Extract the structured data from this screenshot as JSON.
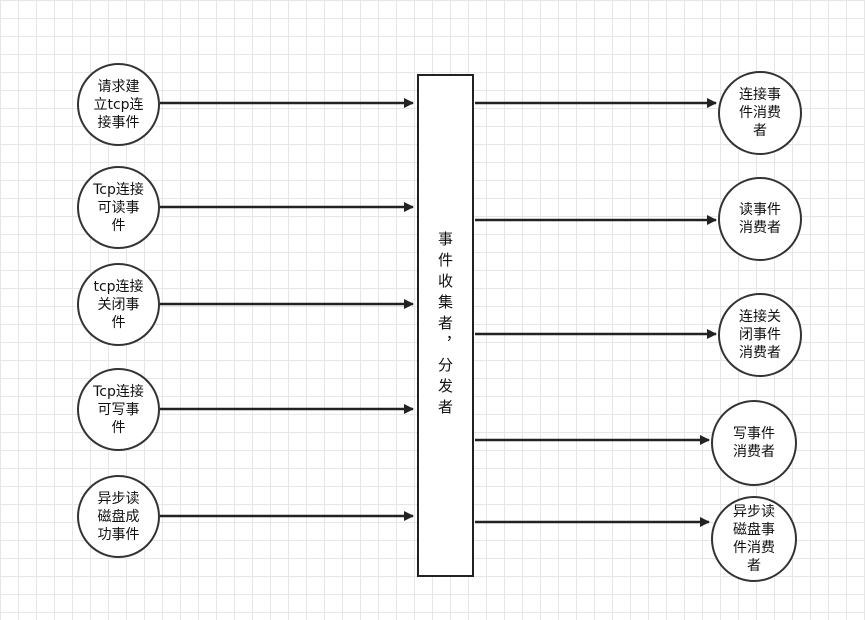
{
  "diagram": {
    "hub": {
      "label": "事件收集者，分发者"
    },
    "sources": [
      {
        "label": "请求建\n立tcp连\n接事件"
      },
      {
        "label": "Tcp连接\n可读事\n件"
      },
      {
        "label": "tcp连接\n关闭事\n件"
      },
      {
        "label": "Tcp连接\n可写事\n件"
      },
      {
        "label": "异步读\n磁盘成\n功事件"
      }
    ],
    "consumers": [
      {
        "label": "连接事\n件消费\n者"
      },
      {
        "label": "读事件\n消费者"
      },
      {
        "label": "连接关\n闭事件\n消费者"
      },
      {
        "label": "写事件\n消费者"
      },
      {
        "label": "异步读\n磁盘事\n件消费\n者"
      }
    ]
  }
}
